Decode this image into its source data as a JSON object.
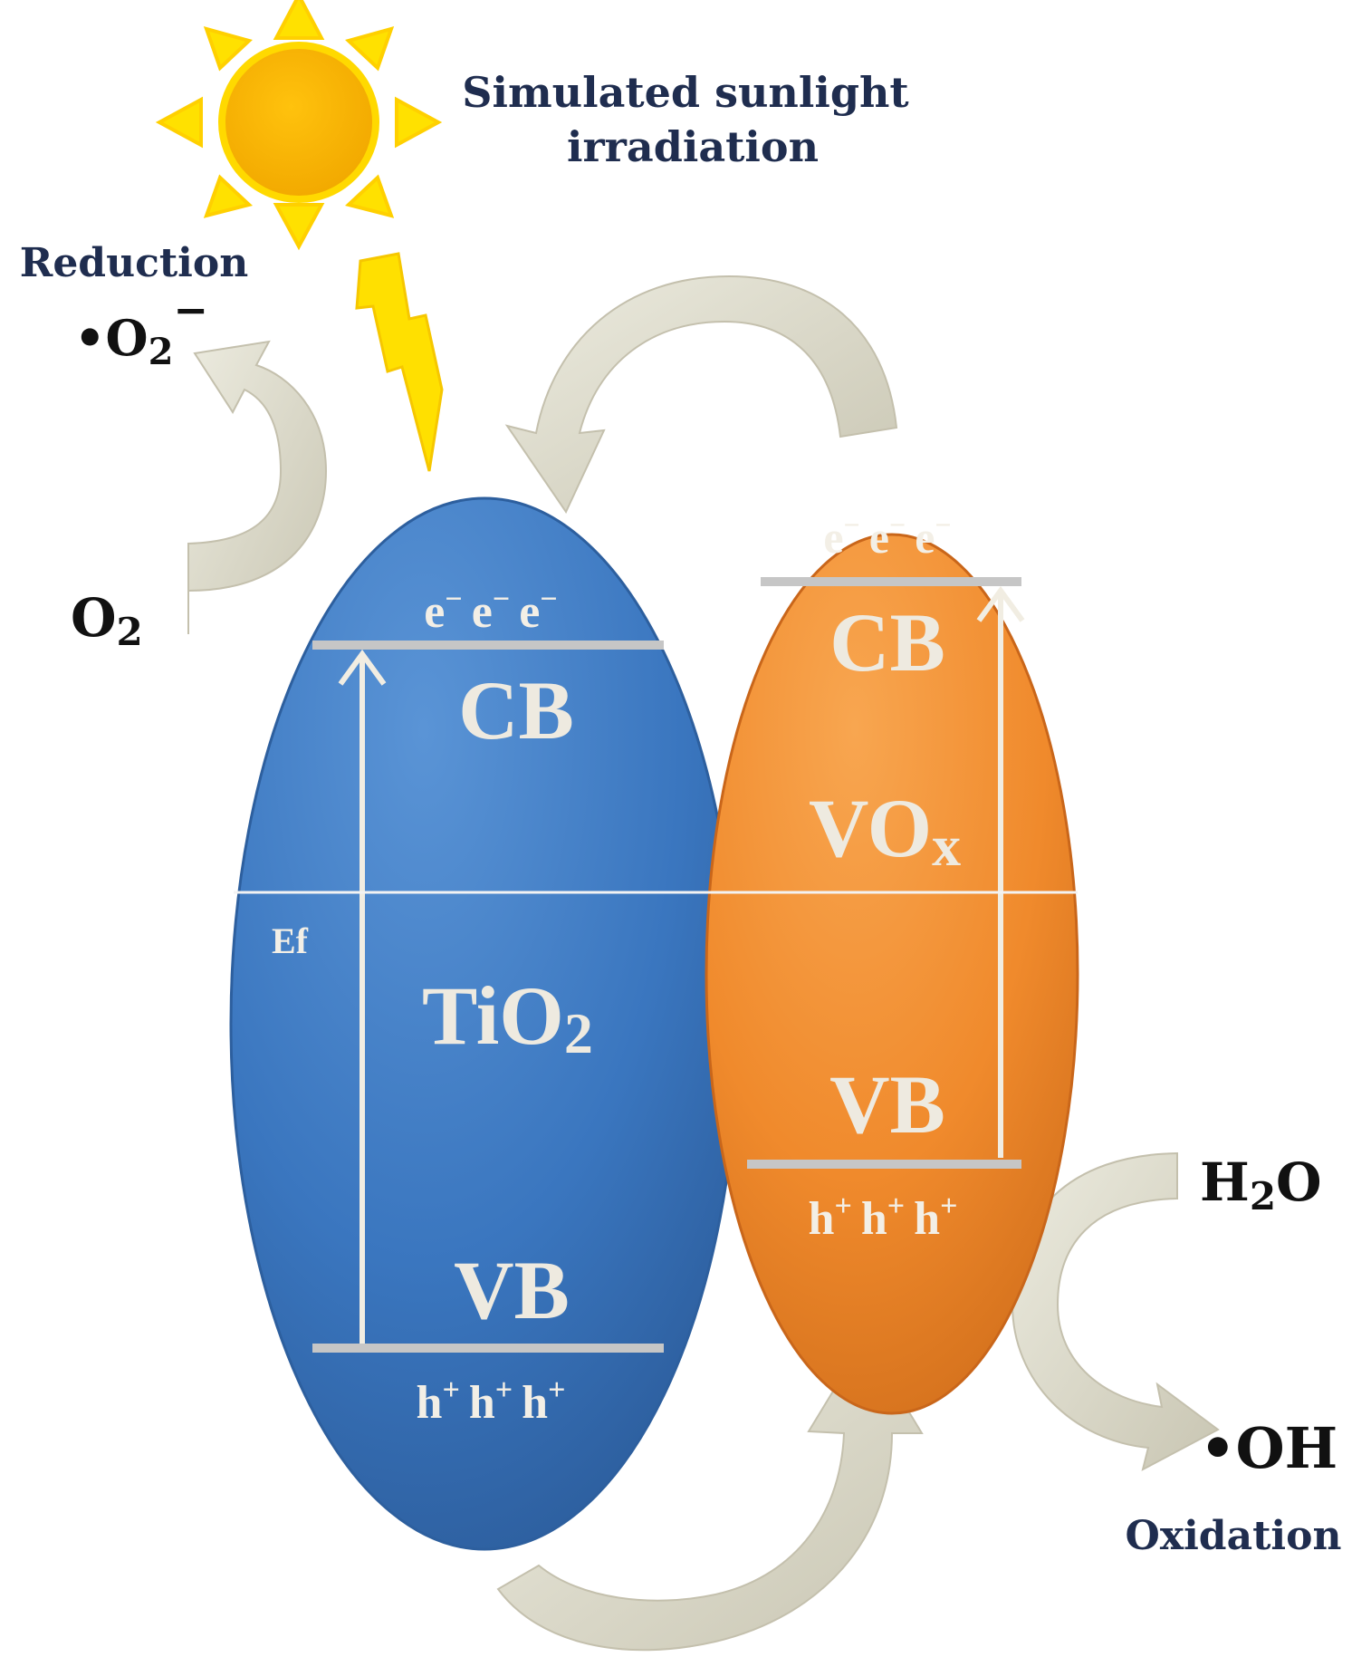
{
  "sunlight_label": [
    "Simulated sunlight",
    "irradiation"
  ],
  "reduction": {
    "label": "Reduction",
    "product": {
      "base": "•O",
      "sub": "2",
      "sup": "−"
    },
    "reactant": {
      "base": "O",
      "sub": "2"
    }
  },
  "oxidation": {
    "label": "Oxidation",
    "product": "•OH",
    "reactant": {
      "pre": "H",
      "sub": "2",
      "post": "O"
    }
  },
  "tio2": {
    "name": {
      "base": "TiO",
      "sub": "2"
    },
    "cb": "CB",
    "vb": "VB",
    "fermi": "Ef",
    "electrons": [
      "e",
      "e",
      "e"
    ],
    "holes": [
      "h",
      "h",
      "h"
    ],
    "electron_sign": "−",
    "hole_sign": "+"
  },
  "vox": {
    "name": {
      "base": "VO",
      "sub": "x"
    },
    "cb": "CB",
    "vb": "VB",
    "electrons": [
      "e",
      "e",
      "e"
    ],
    "holes": [
      "h",
      "h",
      "h"
    ],
    "electron_sign": "−",
    "hole_sign": "+"
  },
  "colors": {
    "tio2": "#3a76bf",
    "vox": "#f08a2c",
    "arrow": "#d9d6c6",
    "label_dark": "#1f2d4f",
    "sun": "#ffd400",
    "sun_core": "#f5b800"
  }
}
